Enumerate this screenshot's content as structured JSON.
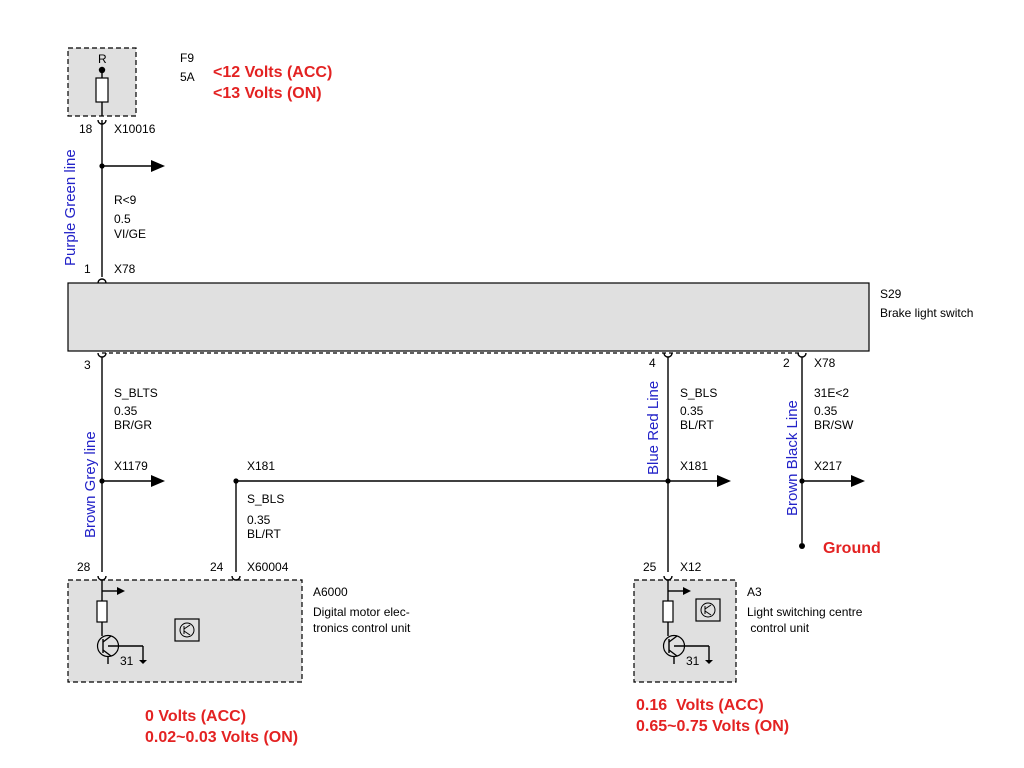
{
  "colors": {
    "wire_label": "#2323c8",
    "voltage": "#e32222",
    "component_fill": "#e0e0e0"
  },
  "fuse": {
    "letter": "R",
    "name": "F9",
    "rating": "5A",
    "volts": [
      "<12 Volts (ACC)",
      "<13 Volts (ON)"
    ],
    "icon": "fuse-icon"
  },
  "top_wire": {
    "pin_fuse": "18",
    "connector_fuse": "X10016",
    "circuit": "R<9",
    "size": "0.5",
    "color_code": "VI/GE",
    "color_name": "Purple Green line",
    "pin_switch": "1",
    "connector_switch": "X78"
  },
  "switch": {
    "id": "S29",
    "name": "Brake light switch"
  },
  "left_wire": {
    "pin": "3",
    "signal": "S_BLTS",
    "size": "0.35",
    "color_code": "BR/GR",
    "color_name": "Brown Grey line",
    "connector": "X1179"
  },
  "bus": {
    "connector_left": "X181",
    "signal": "S_BLS",
    "size": "0.35",
    "color_code": "BL/RT",
    "connector_right": "X181"
  },
  "mid_wire": {
    "pin": "4",
    "signal": "S_BLS",
    "size": "0.35",
    "color_code": "BL/RT",
    "color_name": "Blue Red Line"
  },
  "right_wire": {
    "pin": "2",
    "connector": "X78",
    "circuit": "31E<2",
    "size": "0.35",
    "color_code": "BR/SW",
    "color_name": "Brown Black Line",
    "branch_connector": "X217",
    "ground": "Ground"
  },
  "dme": {
    "pin_a": "28",
    "pin_b": "24",
    "connector": "X60004",
    "id": "A6000",
    "name_lines": [
      "Digital motor elec-",
      "tronics control unit"
    ],
    "ground_pin": "31",
    "volts": [
      "0  Volts (ACC)",
      "0.02~0.03 Volts (ON)"
    ],
    "icons": [
      "transistor-icon",
      "ground-icon",
      "control-unit-icon"
    ]
  },
  "lcm": {
    "pin": "25",
    "connector": "X12",
    "id": "A3",
    "name_lines": [
      "Light switching centre",
      " control unit"
    ],
    "ground_pin": "31",
    "volts": [
      "0.16  Volts (ACC)",
      "0.65~0.75 Volts (ON)"
    ],
    "icons": [
      "transistor-icon",
      "ground-icon",
      "control-unit-icon"
    ]
  }
}
